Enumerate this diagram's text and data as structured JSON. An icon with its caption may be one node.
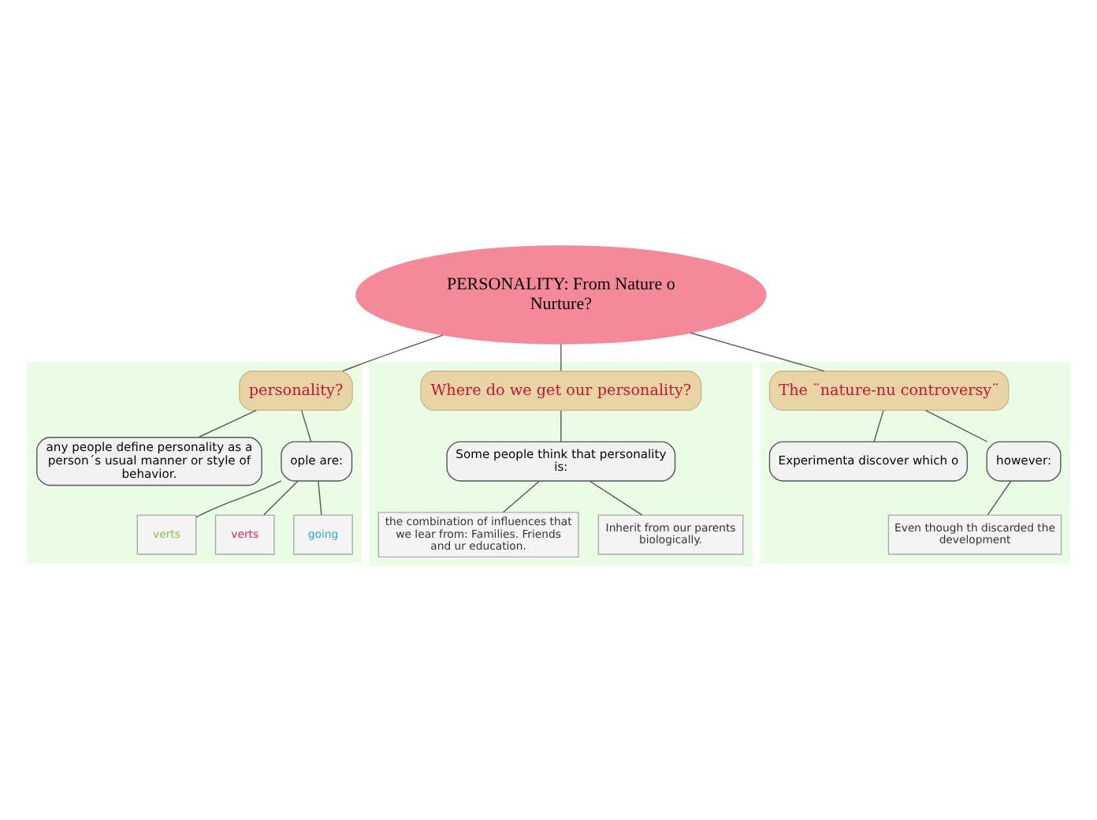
{
  "diagram": {
    "nodes": [
      {
        "text": [
          "PERSONALITY: From Nature o Nurture?"
        ]
      },
      {
        "text": [],
        "shape": "box"
      },
      {
        "text": [
          "personality?"
        ],
        "in": 1
      },
      {
        "text": [
          "any people define personality as a person´s usual manner or style of behavior."
        ],
        "in": 1
      },
      {
        "text": [
          "ople are:"
        ],
        "in": 1
      },
      {
        "text": [
          "verts"
        ],
        "in": 1
      },
      {
        "text": [
          "verts"
        ],
        "in": 1
      },
      {
        "text": [
          "going"
        ],
        "in": 1
      },
      {
        "text": [],
        "shape": "box"
      },
      {
        "text": [
          "Where do we get our personality?"
        ],
        "in": 8
      },
      {
        "text": [
          "Some people think that personality is:"
        ],
        "in": 8
      },
      {
        "text": [
          "the combination of influences that we lear from: Families. Friends and ur education."
        ],
        "in": 8
      },
      {
        "text": [
          "Inherit from our parents biologically."
        ],
        "in": 8
      },
      {
        "text": [],
        "shape": "box"
      },
      {
        "text": [
          "The ¨nature-nu controversy¨"
        ],
        "in": 13
      },
      {
        "text": [
          "Experimenta discover which o"
        ],
        "in": 13
      },
      {
        "text": [
          "however:"
        ],
        "in": 13
      },
      {
        "text": [
          "Even though th discarded the development"
        ],
        "in": 13
      }
    ],
    "edges": [
      {
        "from": 0,
        "to": 2,
        "arrow": "none"
      },
      {
        "from": 0,
        "to": 9,
        "arrow": "none"
      },
      {
        "from": 0,
        "to": 14,
        "arrow": "none"
      },
      {
        "from": 2,
        "to": 3,
        "arrow": "none"
      },
      {
        "from": 2,
        "to": 4,
        "arrow": "none"
      },
      {
        "from": 4,
        "to": 5,
        "arrow": "none"
      },
      {
        "from": 4,
        "to": 6,
        "arrow": "none"
      },
      {
        "from": 4,
        "to": 7,
        "arrow": "none"
      },
      {
        "from": 9,
        "to": 10,
        "arrow": "none"
      },
      {
        "from": 10,
        "to": 11,
        "arrow": "none"
      },
      {
        "from": 10,
        "to": 12,
        "arrow": "none"
      },
      {
        "from": 14,
        "to": 15,
        "arrow": "none"
      },
      {
        "from": 14,
        "to": 16,
        "arrow": "none"
      },
      {
        "from": 16,
        "to": 17,
        "arrow": "none"
      }
    ]
  }
}
